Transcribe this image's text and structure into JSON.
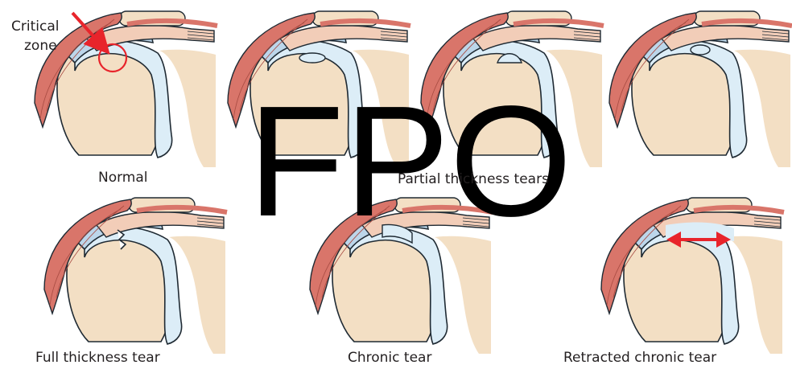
{
  "labels": {
    "critical_line1": "Critical",
    "critical_line2": "zone",
    "normal": "Normal",
    "partial": "Partial thickness tears",
    "full": "Full thickness tear",
    "chronic": "Chronic tear",
    "retracted": "Retracted chronic tear"
  },
  "watermark": "FPO",
  "colors": {
    "bone": "#f3dfc4",
    "bone_edge": "#c8b393",
    "cartilage": "#dcedf7",
    "bursa": "#bcd6ea",
    "outline": "#1f2a33",
    "muscle": "#d9756a",
    "muscle_light": "#e9a79c",
    "tendon": "#f2cdb8",
    "pointer_red": "#e8242b"
  }
}
